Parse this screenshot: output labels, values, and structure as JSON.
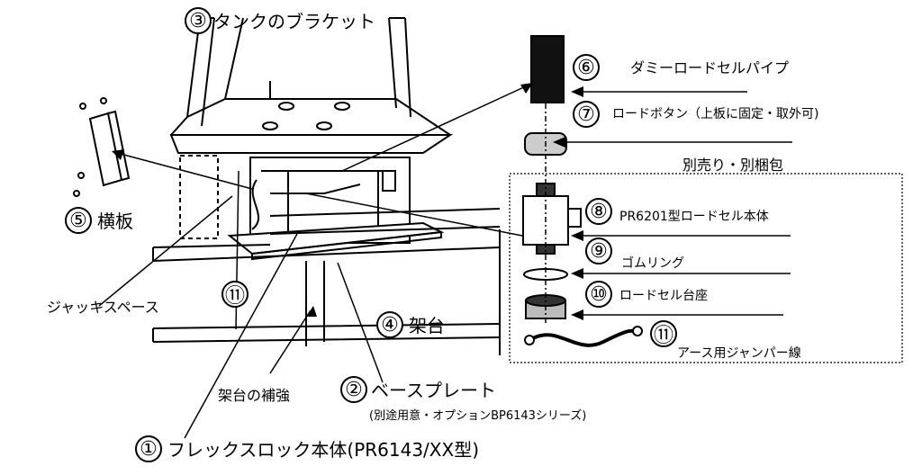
{
  "title": "",
  "parts": [
    {
      "num": "③",
      "label": "タンクのブラケット"
    },
    {
      "num": "⑤",
      "label": "横板"
    },
    {
      "num": "⑪",
      "label": ""
    },
    {
      "num": "④",
      "label": "架台"
    },
    {
      "num": "②",
      "label": "ベースプレート",
      "sub": "(別途用意・オプションBP6143シリーズ)"
    },
    {
      "num": "①",
      "label": "フレックスロック本体(PR6143/XX型)"
    },
    {
      "num": "⑥",
      "label": "ダミーロードセルパイプ"
    },
    {
      "num": "⑦",
      "label": "ロードボタン（上板に固定・取外可)"
    },
    {
      "num": "⑧",
      "label": "PR6201型ロードセル本体"
    },
    {
      "num": "⑨",
      "label": "ゴムリング"
    },
    {
      "num": "⑩",
      "label": "ロードセル台座"
    },
    {
      "num": "⑪",
      "label": "アース用ジャンパー線"
    }
  ],
  "free_labels": {
    "jack_space": "ジャッキスペース",
    "frame_reinforcement": "架台の補強",
    "sold_separately": "別売り・別梱包"
  }
}
